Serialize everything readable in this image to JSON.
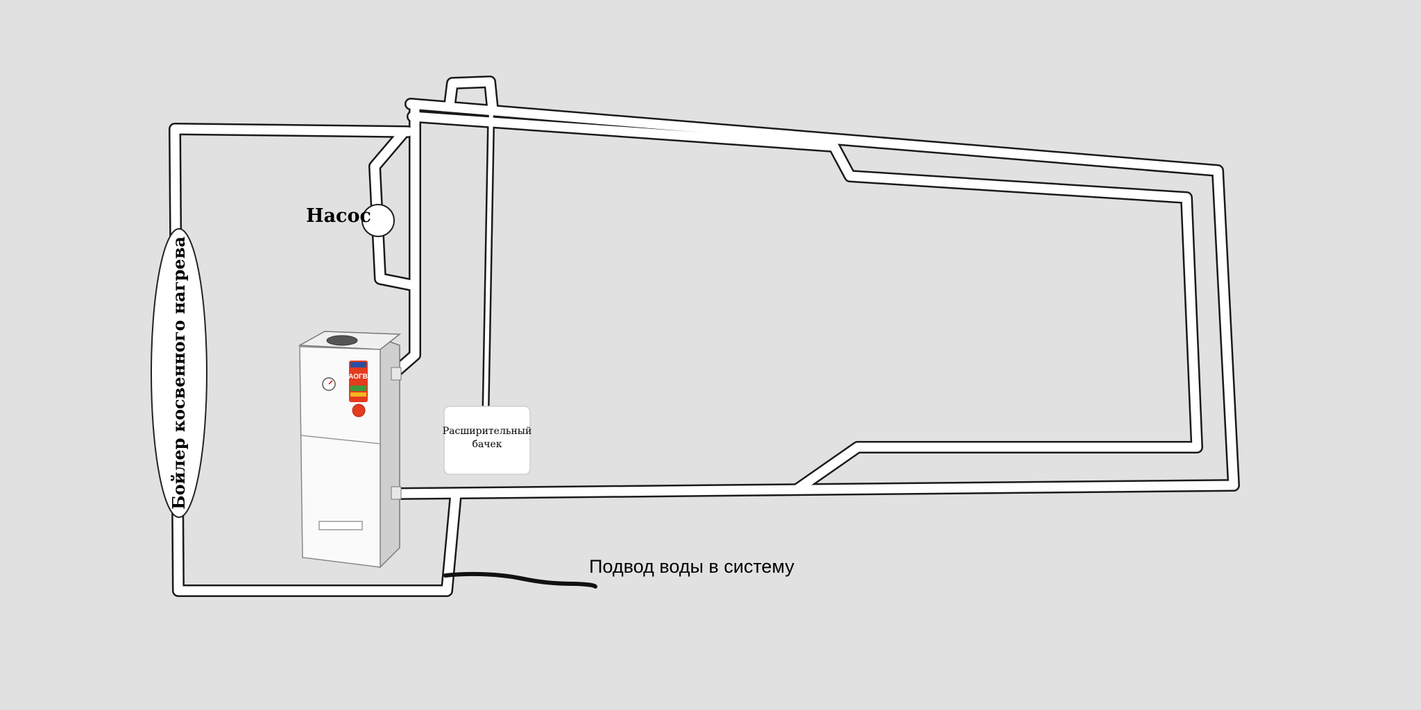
{
  "labels": {
    "pump": "Насос",
    "indirect_boiler": "Бойлер косвенного нагрева",
    "expansion_tank_line1": "Расширительный",
    "expansion_tank_line2": "бачек",
    "water_supply": "Подвод воды в систему",
    "boiler_brand": "АОГВ"
  },
  "colors": {
    "background": "#e1e1e1",
    "pipe": "#ffffff",
    "pipe_outline": "#1a1a1a",
    "supply_line": "#111111"
  }
}
